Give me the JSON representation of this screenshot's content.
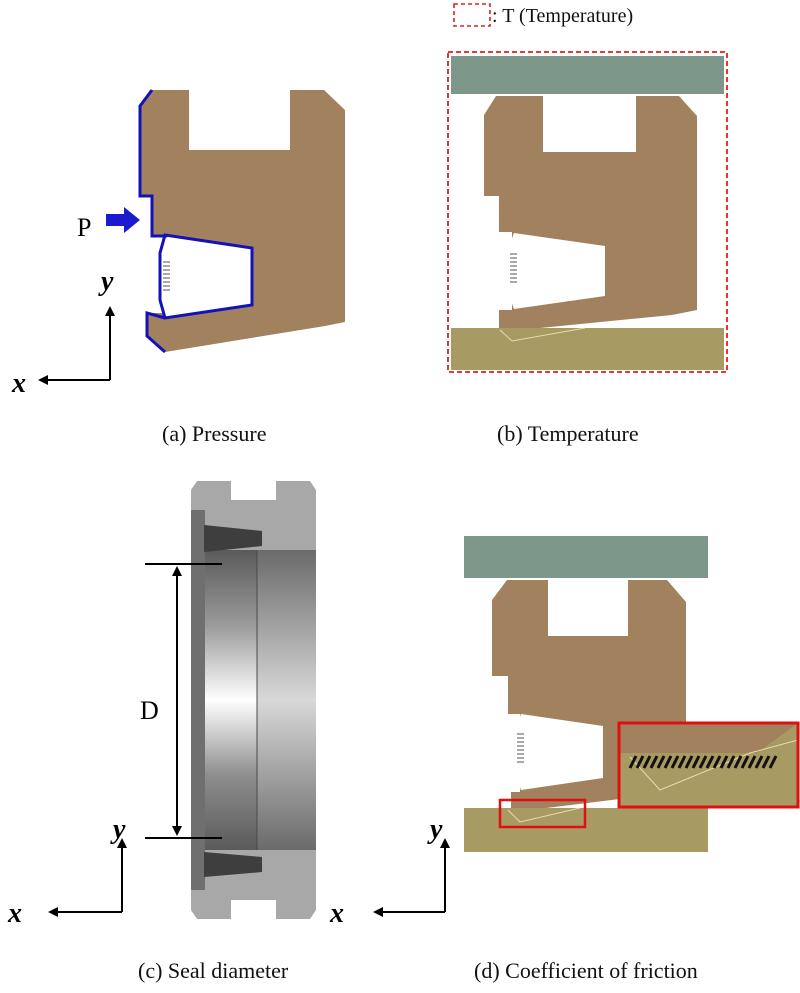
{
  "legend": {
    "temperature_text": ": T (Temperature)"
  },
  "panels": {
    "a": {
      "caption": "(a) Pressure",
      "symbol": "P"
    },
    "b": {
      "caption": "(b) Temperature"
    },
    "c": {
      "caption": "(c) Seal diameter",
      "symbol": "D"
    },
    "d": {
      "caption": "(d) Coefficient of friction"
    }
  },
  "axes": {
    "x": "x",
    "y": "y"
  },
  "colors": {
    "seal_body": "#a2815f",
    "top_plate": "#7e978b",
    "bottom_plate": "#a89a63",
    "pressure_outline": "#1212b8",
    "pressure_arrow": "#1a1ad0",
    "temperature_box": "#e02020",
    "highlight_box": "#e01010"
  }
}
